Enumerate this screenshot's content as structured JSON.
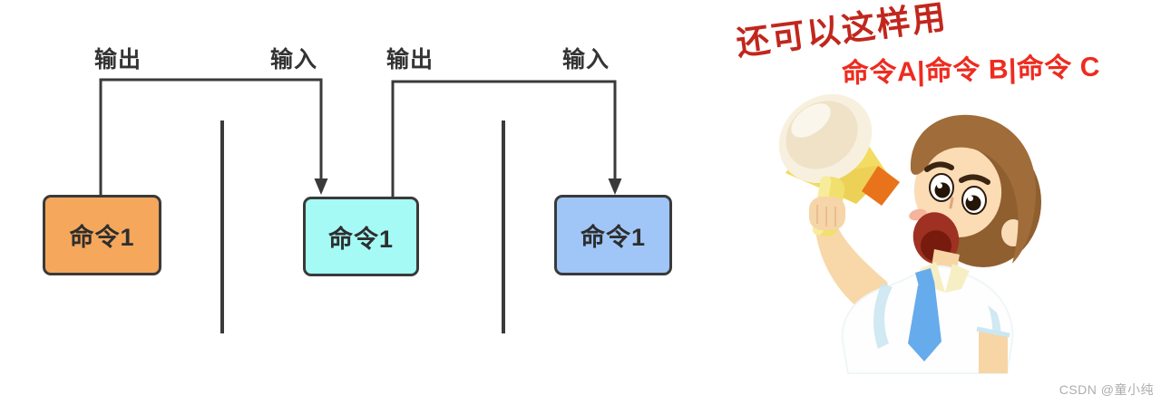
{
  "diagram": {
    "boxes": [
      {
        "label": "命令1",
        "fill": "#F5A75C"
      },
      {
        "label": "命令1",
        "fill": "#A5FAF5"
      },
      {
        "label": "命令1",
        "fill": "#9FC6F6"
      }
    ],
    "flow_labels": [
      {
        "text": "输出"
      },
      {
        "text": "输入"
      },
      {
        "text": "输出"
      },
      {
        "text": "输入"
      }
    ],
    "line_color": "#3A3A3A"
  },
  "annotation": {
    "title": "还可以这样用",
    "title_color": "#C1271D",
    "command": "命令A|命令 B|命令 C",
    "command_color": "#EE2B1F"
  },
  "illustration": "boy-shouting-with-megaphone",
  "watermark": "CSDN @童小纯",
  "watermark_color": "#ADADAD"
}
